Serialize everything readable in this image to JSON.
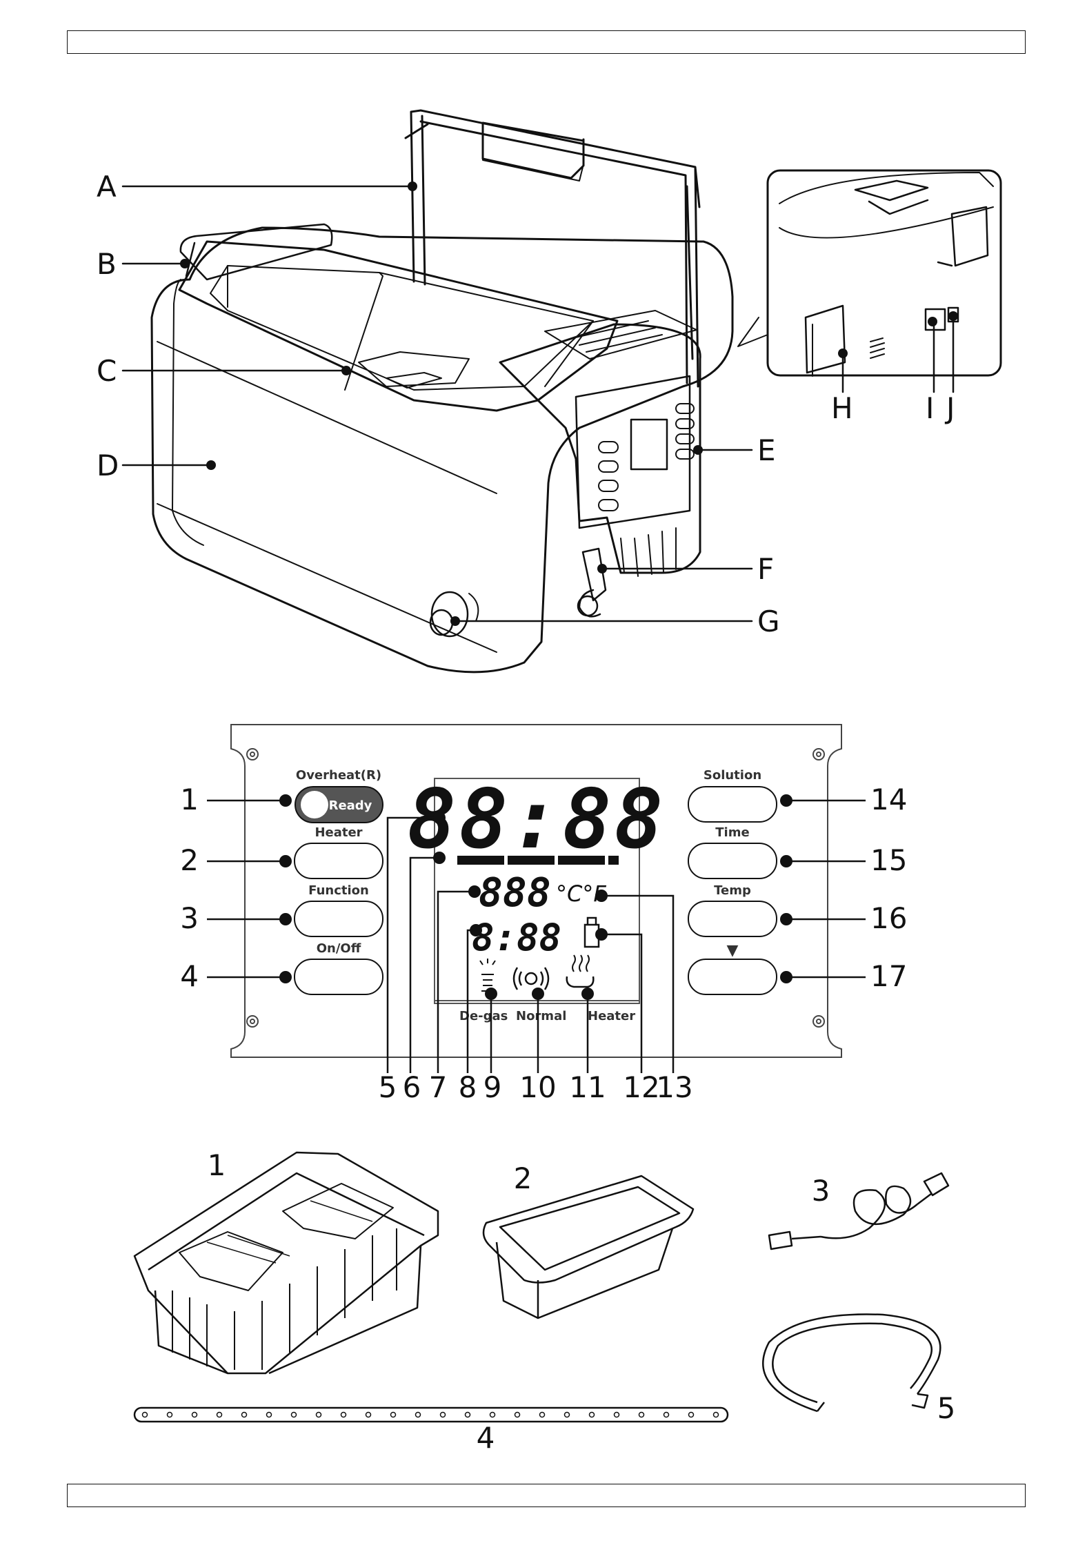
{
  "overview_labels": {
    "a": "A",
    "b": "B",
    "c": "C",
    "d": "D",
    "e": "E",
    "f": "F",
    "g": "G",
    "h": "H",
    "i": "I",
    "j": "J"
  },
  "panel": {
    "overheat_label": "Overheat(R)",
    "ready_label": "Ready",
    "buttons_left": [
      "Heater",
      "Function",
      "On/Off"
    ],
    "buttons_right": [
      "Solution",
      "Time",
      "Temp"
    ],
    "arrow_glyph": "▼",
    "display": {
      "main_digits": "88:88",
      "temp_digits": "888",
      "temp_unit": "°C°F",
      "time_digits": "8:88",
      "mode_labels": [
        "De-gas",
        "Normal",
        "Heater"
      ]
    },
    "callouts_left": [
      "1",
      "2",
      "3",
      "4"
    ],
    "callouts_right": [
      "14",
      "15",
      "16",
      "17"
    ],
    "callouts_bottom": [
      "5",
      "6",
      "7",
      "8",
      "9",
      "10",
      "11",
      "12",
      "13"
    ]
  },
  "accessories": {
    "labels": [
      "1",
      "2",
      "3",
      "4",
      "5"
    ],
    "icons": [
      "basket-icon",
      "beaker-tray-icon",
      "power-cord-icon",
      "rail-bar-icon",
      "drain-hose-icon"
    ]
  },
  "colors": {
    "ink": "#111111",
    "panel_bg": "#ffffff",
    "ready_pill": "#555555"
  }
}
